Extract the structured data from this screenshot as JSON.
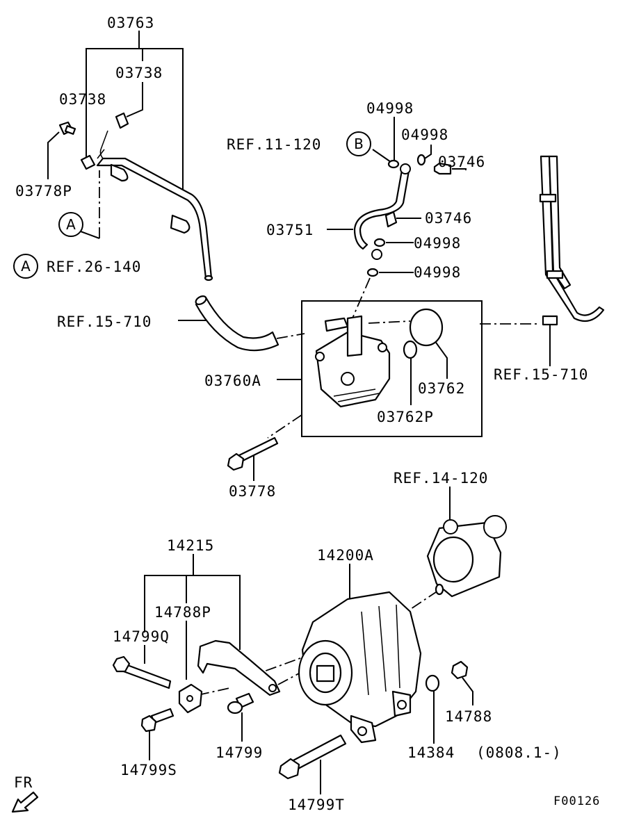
{
  "labels": {
    "p03763": "03763",
    "p03738a": "03738",
    "p03738b": "03738",
    "p03778p": "03778P",
    "p04998a": "04998",
    "p04998b": "04998",
    "p04998c": "04998",
    "p04998d": "04998",
    "p03746a": "03746",
    "p03746b": "03746",
    "p03751": "03751",
    "p03760a": "03760A",
    "p03762": "03762",
    "p03762p": "03762P",
    "p03778": "03778",
    "p14215": "14215",
    "p14788p": "14788P",
    "p14799q": "14799Q",
    "p14200a": "14200A",
    "p14799s": "14799S",
    "p14799": "14799",
    "p14799t": "14799T",
    "p14384": "14384",
    "p14384_date": "(0808.1-)",
    "p14788": "14788",
    "code": "F00126",
    "fr": "FR"
  },
  "refs": {
    "ref_11_120": "REF.11-120",
    "ref_26_140": "REF.26-140",
    "ref_15_710_left": "REF.15-710",
    "ref_15_710_right": "REF.15-710",
    "ref_14_120": "REF.14-120"
  },
  "markers": {
    "a1": "A",
    "a2": "A",
    "b1": "B"
  }
}
